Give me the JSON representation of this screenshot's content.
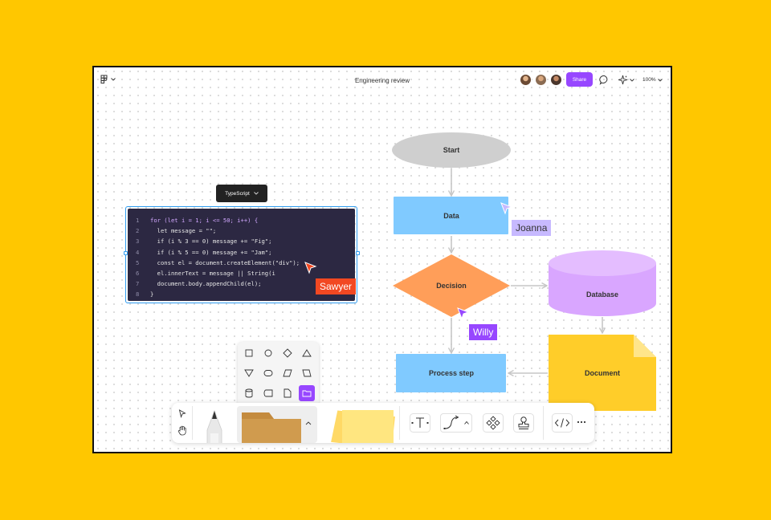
{
  "header": {
    "title": "Engineering review",
    "share_label": "Share",
    "zoom": "100%"
  },
  "code_block": {
    "language": "TypeScript",
    "line_numbers": [
      "1",
      "2",
      "3",
      "4",
      "5",
      "6",
      "7",
      "8"
    ],
    "lines": [
      "for (let i = 1; i <= 50; i++) {",
      "  let message = \"\";",
      "  if (i % 3 == 0) message += \"Fig\";",
      "  if (i % 5 == 0) message += \"Jam\";",
      "  const el = document.createElement(\"div\");",
      "  el.innerText = message || String(i",
      "  document.body.appendChild(el);",
      "}"
    ]
  },
  "collaborators": [
    {
      "name": "Sawyer",
      "color": "#F24822"
    },
    {
      "name": "Joanna",
      "color": "#C7B9FF"
    },
    {
      "name": "Willy",
      "color": "#9747FF"
    }
  ],
  "flowchart": {
    "start": "Start",
    "data": "Data",
    "decision": "Decision",
    "database": "Database",
    "document": "Document",
    "process": "Process step"
  },
  "colors": {
    "background": "#FFC700",
    "accent": "#9747FF",
    "selection": "#2E9BF0",
    "start_fill": "#CFCFCF",
    "data_fill": "#80CAFF",
    "decision_fill": "#FF9E59",
    "database_fill": "#D9A6FF",
    "document_fill": "#FFCD29",
    "process_fill": "#80CAFF"
  },
  "icons": {
    "logo": "figjam-logo-icon",
    "comment": "comment-icon",
    "ai": "sparkle-icon"
  }
}
